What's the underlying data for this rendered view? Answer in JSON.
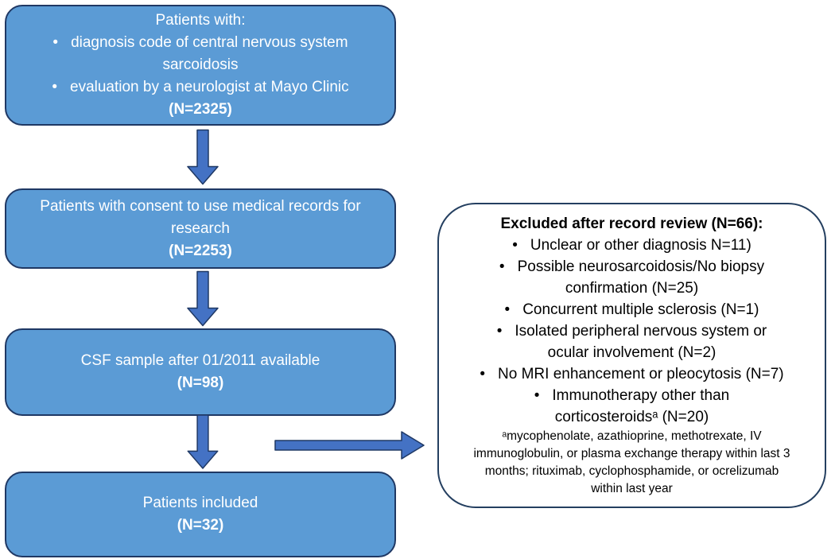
{
  "glyphs": {
    "bullet": "•"
  },
  "left_column": {
    "box1": {
      "title": "Patients with:",
      "bullets": [
        "diagnosis code of central nervous system\nsarcoidosis",
        "evaluation by a neurologist at Mayo Clinic"
      ],
      "count": "(N=2325)"
    },
    "box2": {
      "text": "Patients with consent to use medical records for\nresearch",
      "count": "(N=2253)"
    },
    "box3": {
      "text": "CSF sample after 01/2011 available",
      "count": "(N=98)"
    },
    "box4": {
      "text": "Patients included",
      "count": "(N=32)"
    }
  },
  "exclusion_box": {
    "title": "Excluded after record review (N=66):",
    "bullets": [
      "Unclear or other diagnosis N=11)",
      "Possible neurosarcoidosis/No biopsy\nconfirmation (N=25)",
      "Concurrent multiple sclerosis (N=1)",
      "Isolated peripheral nervous system or\nocular involvement (N=2)",
      "No MRI enhancement or pleocytosis (N=7)",
      "Immunotherapy other than\ncorticosteroidsᵃ (N=20)"
    ],
    "footnote": "ᵃmycophenolate, azathioprine, methotrexate, IV\nimmunoglobulin, or plasma exchange therapy within last 3\nmonths; rituximab, cyclophosphamide, or ocrelizumab\nwithin last year"
  },
  "colors": {
    "box_fill": "#5B9BD5",
    "box_border": "#1F3864",
    "arrow_fill": "#4472C4",
    "arrow_border": "#1F3864",
    "exclusion_border": "#243F60",
    "exclusion_fill": "#FFFFFF"
  }
}
